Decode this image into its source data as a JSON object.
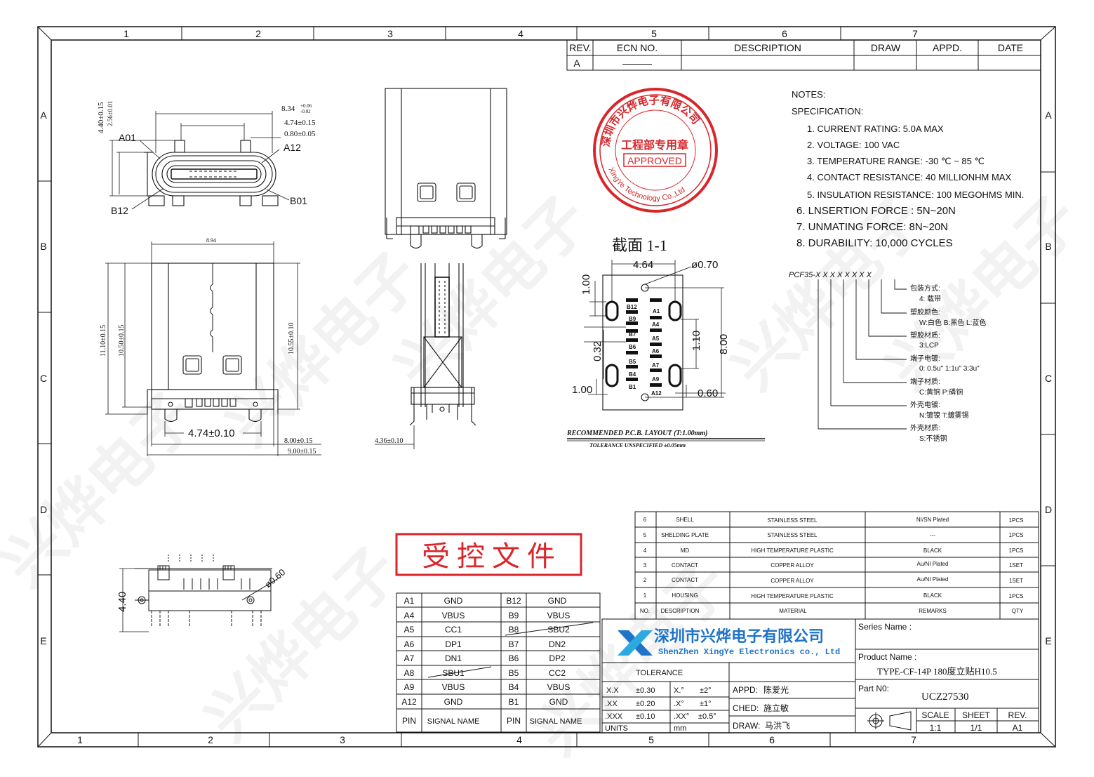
{
  "watermark": "兴烨电子",
  "zones": {
    "top": [
      "1",
      "2",
      "3",
      "4",
      "5",
      "6",
      "7"
    ],
    "bottom": [
      "1",
      "2",
      "3",
      "4",
      "5",
      "6",
      "7"
    ],
    "left": [
      "A",
      "B",
      "C",
      "D",
      "E"
    ],
    "right": [
      "A",
      "B",
      "C",
      "D",
      "E"
    ]
  },
  "revision": {
    "headers": [
      "REV.",
      "ECN NO.",
      "DESCRIPTION",
      "DRAW",
      "APPD.",
      "DATE"
    ],
    "row": [
      "A",
      "———",
      "",
      "",
      "",
      ""
    ]
  },
  "stamp": {
    "ring_text": "深圳市兴烨电子有限公司",
    "ring_text_en": "XingYe Technology Co.,Ltd",
    "center": "工程部专用章",
    "approved": "APPROVED"
  },
  "controlled_doc": "受 控 文 件",
  "notes": {
    "title": "NOTES:",
    "spec": "SPECIFICATION:",
    "items": [
      "1. CURRENT RATING: 5.0A MAX",
      "2. VOLTAGE: 100 VAC",
      "3. TEMPERATURE RANGE: -30 ℃ ~ 85 ℃",
      "4. CONTACT RESISTANCE: 40 MILLIONHM MAX",
      "5. INSULATION RESISTANCE: 100 MEGOHMS MIN.",
      "6. LNSERTION FORCE : 5N~20N",
      "7. UNMATING FORCE: 8N~20N",
      "8. DURABILITY:  10,000 CYCLES"
    ]
  },
  "part_code": {
    "code": "PCF35-X  X  X  X  X  X  X  X",
    "legend": [
      {
        "title": "包装方式:",
        "value": "4: 载带"
      },
      {
        "title": "塑胶颜色:",
        "value": "W:白色 B:黑色 L:蓝色"
      },
      {
        "title": "塑胶材质:",
        "value": "3:LCP"
      },
      {
        "title": "端子电镀:",
        "value": "0: 0.5u\" 1:1u\" 3:3u\""
      },
      {
        "title": "端子材质:",
        "value": "C:黄铜 P:磷铜"
      },
      {
        "title": "外壳电镀:",
        "value": "N:镀镍 T:鍍雾锡"
      },
      {
        "title": "外壳材质:",
        "value": "S:不锈钢"
      }
    ]
  },
  "section": {
    "title": "截面 1-1",
    "dim_464": "4.64",
    "dim_070": "ø0.70",
    "dim_100a": "1.00",
    "dim_032": "0.32",
    "dim_100b": "1.00",
    "dim_110": "1.10",
    "dim_800": "8.00",
    "dim_060": "0.60",
    "left_pads": [
      "B12",
      "B9",
      "B7",
      "B6",
      "B5",
      "B4",
      "B1"
    ],
    "right_pads": [
      "A1",
      "A4",
      "A5",
      "A6",
      "A7",
      "A9",
      "A12"
    ],
    "layout_caption": "RECOMMENDED  P.C.B. LAYOUT (T:1.00mm)",
    "tolerance_caption": "TOLERANCE UNSPECIFIED ±0.05mm"
  },
  "front_view": {
    "d834": "8.34",
    "d834_tol_up": "+0.06",
    "d834_tol_dn": "-0.02",
    "d474": "4.74±0.15",
    "d080": "0.80±0.05",
    "d440": "4.40±0.15",
    "d256": "2.56±0.01",
    "A01": "A01",
    "A12": "A12",
    "B12": "B12",
    "B01": "B01"
  },
  "top_view": {
    "d894": "8.94",
    "d1110": "11.10±0.15",
    "d1050": "10.50±0.15",
    "d1055": "10.55±0.10",
    "d474": "4.74±0.10",
    "d800": "8.00±0.15",
    "d900": "9.00±0.15"
  },
  "side_view": {
    "d436": "4.36±0.10"
  },
  "bottom_view": {
    "d440": "4.40",
    "d060": "ø0.60"
  },
  "pin_table": {
    "rows": [
      [
        "A1",
        "GND",
        "B12",
        "GND"
      ],
      [
        "A4",
        "VBUS",
        "B9",
        "VBUS"
      ],
      [
        "A5",
        "CC1",
        "B8",
        "SBU2"
      ],
      [
        "A6",
        "DP1",
        "B7",
        "DN2"
      ],
      [
        "A7",
        "DN1",
        "B6",
        "DP2"
      ],
      [
        "A8",
        "SBU1",
        "B5",
        "CC2"
      ],
      [
        "A9",
        "VBUS",
        "B4",
        "VBUS"
      ],
      [
        "A12",
        "GND",
        "B1",
        "GND"
      ]
    ],
    "header": [
      "PIN",
      "SIGNAL NAME",
      "PIN",
      "SIGNAL NAME"
    ]
  },
  "bom": {
    "rows": [
      [
        "6",
        "SHELL",
        "STAINLESS STEEL",
        "NI/SN  Plated",
        "1PCS"
      ],
      [
        "5",
        "SHELDING PLATE",
        "STAINLESS STEEL",
        "---",
        "1PCS"
      ],
      [
        "4",
        "MD",
        "HIGH TEMPERATURE PLASTIC",
        "BLACK",
        "1PCS"
      ],
      [
        "3",
        "CONTACT",
        "COPPER ALLOY",
        "Au/NI Plated",
        "1SET"
      ],
      [
        "2",
        "CONTACT",
        "COPPER ALLOY",
        "Au/NI Plated",
        "1SET"
      ],
      [
        "1",
        "HOUSING",
        "HIGH TEMPERATURE PLASTIC",
        "BLACK",
        "1PCS"
      ]
    ],
    "header": [
      "NO.",
      "DESCRIPTION",
      "MATERIAL",
      "REMARKS",
      "QTY"
    ]
  },
  "title_block": {
    "company_cn": "深圳市兴烨电子有限公司",
    "company_en": "ShenZhen XingYe Electronics co., Ltd",
    "logo_color": "#1f73c8",
    "logo_color2": "#2ba9e0",
    "tolerance": "TOLERANCE",
    "tol_rows": [
      [
        "X.X",
        "±0.30",
        "X.°",
        "±2°"
      ],
      [
        ".XX",
        "±0.20",
        ".X°",
        "±1°"
      ],
      [
        ".XXX",
        "±0.10",
        ".XX°",
        "±0.5°"
      ]
    ],
    "units": "UNITS",
    "units_val": "mm",
    "appd_label": "APPD:",
    "appd": "陈爱光",
    "ched_label": "CHED:",
    "ched": "施立敏",
    "draw_label": "DRAW:",
    "draw": "马洪飞",
    "series_label": "Series Name :",
    "product_label": "Product Name :",
    "product": "TYPE-CF-14P 180度立贴H10.5",
    "partno_label": "Part N0:",
    "partno": "UCZ27530",
    "scale_label": "SCALE",
    "scale": "1:1",
    "sheet_label": "SHEET",
    "sheet": "1/1",
    "rev_label": "REV.",
    "rev": "A1"
  },
  "colors": {
    "stamp": "#d8262b",
    "line": "#111111"
  }
}
